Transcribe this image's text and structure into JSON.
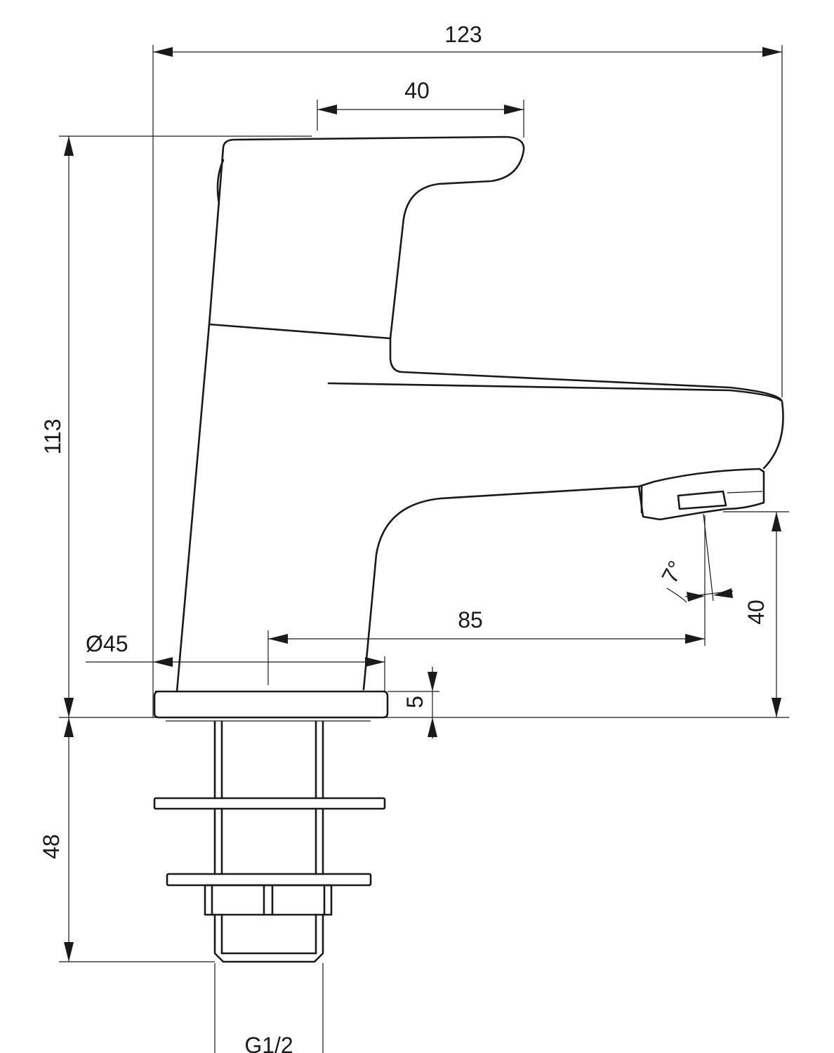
{
  "drawing": {
    "colors": {
      "line": "#1a1a1a",
      "background": "#ffffff"
    },
    "dimensions": {
      "overall_width": "123",
      "handle_length": "40",
      "overall_height": "113",
      "base_diameter": "Ø45",
      "spout_reach": "85",
      "spout_angle": "7°",
      "spout_height": "40",
      "base_thickness": "5",
      "shank_length": "48",
      "thread": "G1/2"
    }
  }
}
